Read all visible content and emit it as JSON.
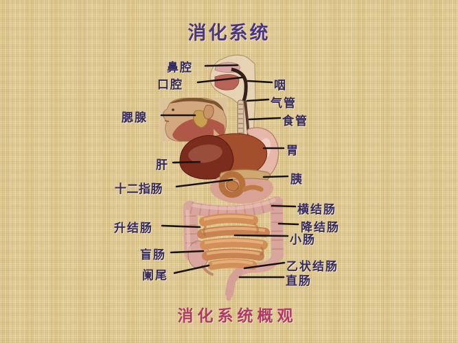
{
  "title": "消化系统",
  "caption": "消化系统概观",
  "labels": {
    "nasal_cavity": "鼻腔",
    "oral_cavity": "口腔",
    "parotid_gland": "腮腺",
    "liver": "肝",
    "duodenum": "十二指肠",
    "ascending_colon": "升结肠",
    "cecum": "盲肠",
    "appendix": "阑尾",
    "pharynx": "咽",
    "trachea": "气管",
    "esophagus": "食管",
    "stomach": "胃",
    "pancreas": "胰",
    "transverse_colon": "横结肠",
    "descending_colon": "降结肠",
    "small_intestine": "小肠",
    "sigmoid_colon": "乙状结肠",
    "rectum": "直肠"
  },
  "colors": {
    "background": "#e4cf9b",
    "title_text": "#4a3585",
    "label_text": "#33295f",
    "caption_text": "#b23967",
    "connector_line": "#17120e",
    "liver": "#7c2c1c",
    "stomach": "#e7b7a9",
    "colon": "#d9a69e",
    "small_intestine": "#d28f58"
  }
}
